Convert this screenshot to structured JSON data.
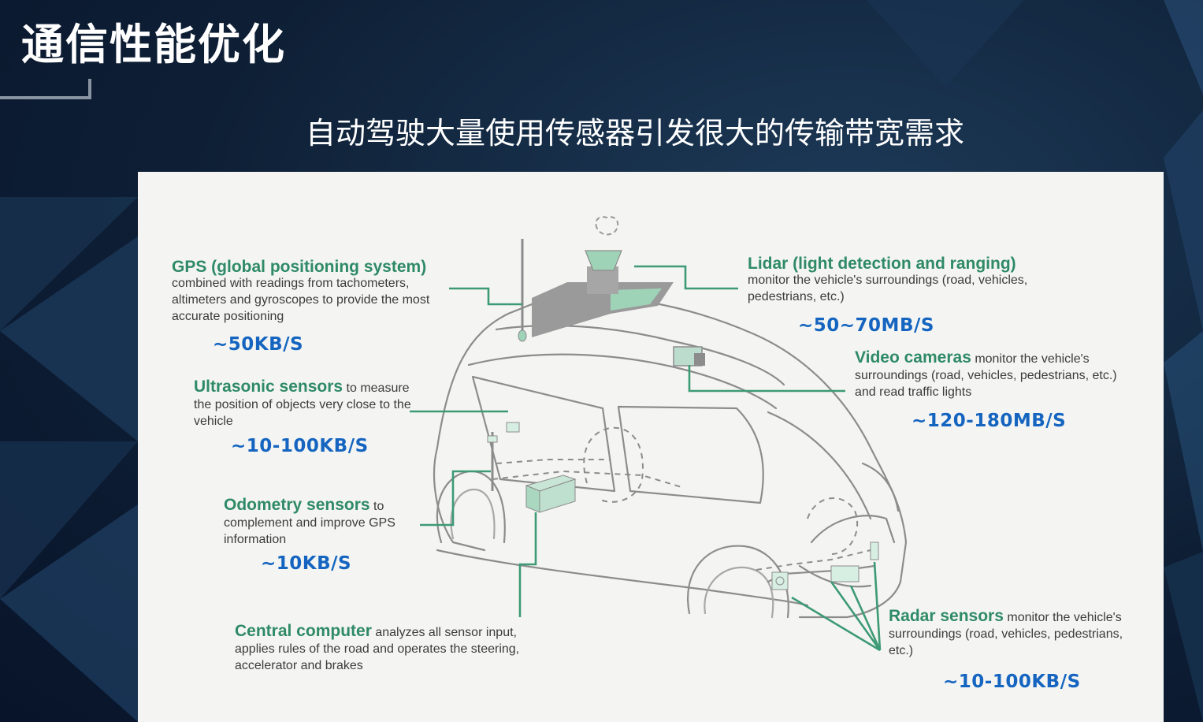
{
  "slide": {
    "title": "通信性能优化",
    "subtitle": "自动驾驶大量使用传感器引发很大的传输带宽需求"
  },
  "colors": {
    "accent_green": "#2f8a66",
    "rate_blue": "#1565c0",
    "background": "#0e1f35",
    "panel": "#f4f5f3"
  },
  "sensors": {
    "gps": {
      "name": "GPS (global positioning system)",
      "desc": "combined with readings from tachometers, altimeters and gyroscopes to provide the most accurate positioning",
      "rate": "~50KB/S"
    },
    "lidar": {
      "name": "Lidar (light detection and ranging)",
      "desc": "monitor the vehicle's surroundings (road, vehicles, pedestrians, etc.)",
      "rate": "~50~70MB/S"
    },
    "video": {
      "name": "Video cameras",
      "desc": "monitor the vehicle's surroundings (road, vehicles, pedestrians, etc.) and read traffic lights",
      "rate": "~120-180MB/S"
    },
    "ultrasonic": {
      "name": "Ultrasonic sensors",
      "desc": "to measure the position of objects very close to the vehicle",
      "rate": "~10-100KB/S"
    },
    "odometry": {
      "name": "Odometry sensors",
      "desc": "to complement and improve GPS information",
      "rate": "~10KB/S"
    },
    "computer": {
      "name": "Central computer",
      "desc": "analyzes all sensor input, applies rules of the road and operates the steering, accelerator and brakes"
    },
    "radar": {
      "name": "Radar sensors",
      "desc": "monitor the vehicle's surroundings (road, vehicles, pedestrians, etc.)",
      "rate": "~10-100KB/S"
    }
  }
}
